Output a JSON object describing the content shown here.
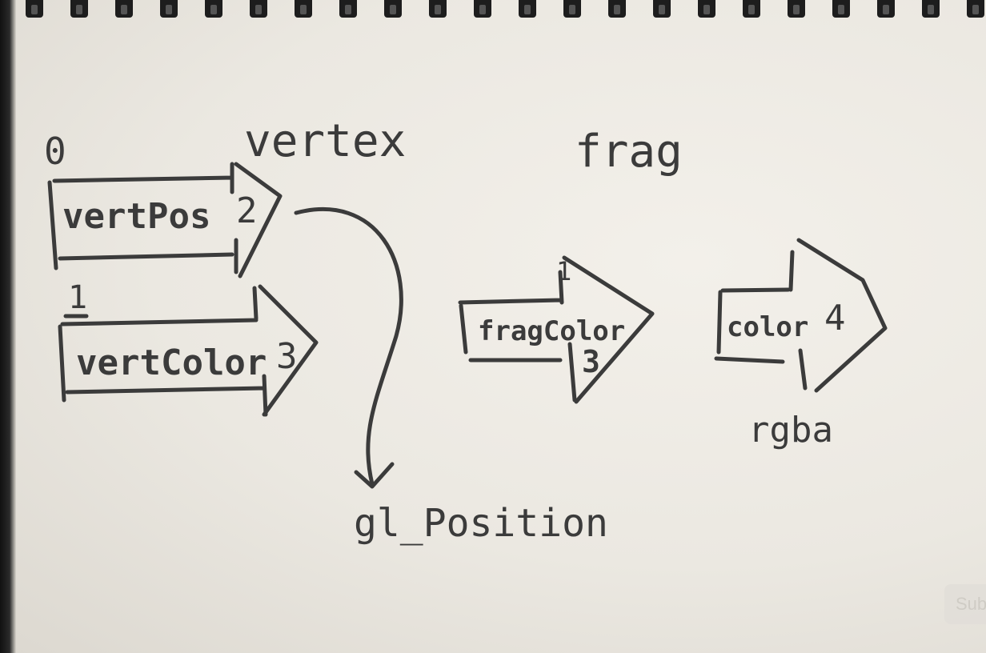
{
  "labels": {
    "vertex": "vertex",
    "frag": "frag",
    "vert_pos_index": "0",
    "vert_pos_name": "vertPos",
    "vert_pos_size": "2",
    "vert_color_index": "1",
    "vert_color_name": "vertColor",
    "vert_color_size": "3",
    "frag_color_index": "1",
    "frag_color_name": "fragColor",
    "frag_color_size": "3",
    "out_color_name": "color",
    "out_color_size": "4",
    "rgba": "rgba",
    "gl_position": "gl_Position"
  },
  "overlay": {
    "button_label": "Sub"
  },
  "colors": {
    "ink": "#3b3b3b",
    "paper": "#eeebe5"
  }
}
